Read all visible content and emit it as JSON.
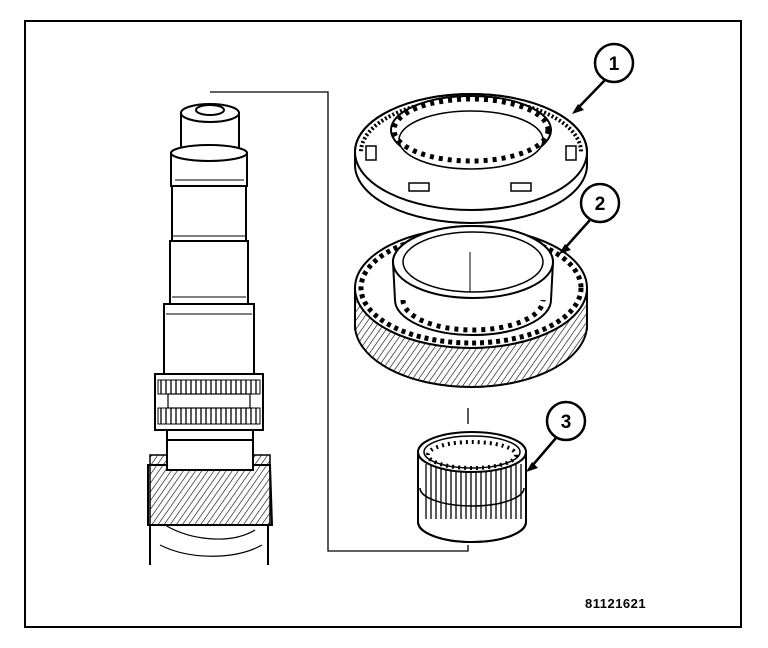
{
  "figure": {
    "id_label": "81121621",
    "callouts": [
      {
        "number": "1"
      },
      {
        "number": "2"
      },
      {
        "number": "3"
      }
    ],
    "colors": {
      "line": "#000000",
      "fill": "#ffffff",
      "shade": "#d8d8d8"
    }
  }
}
